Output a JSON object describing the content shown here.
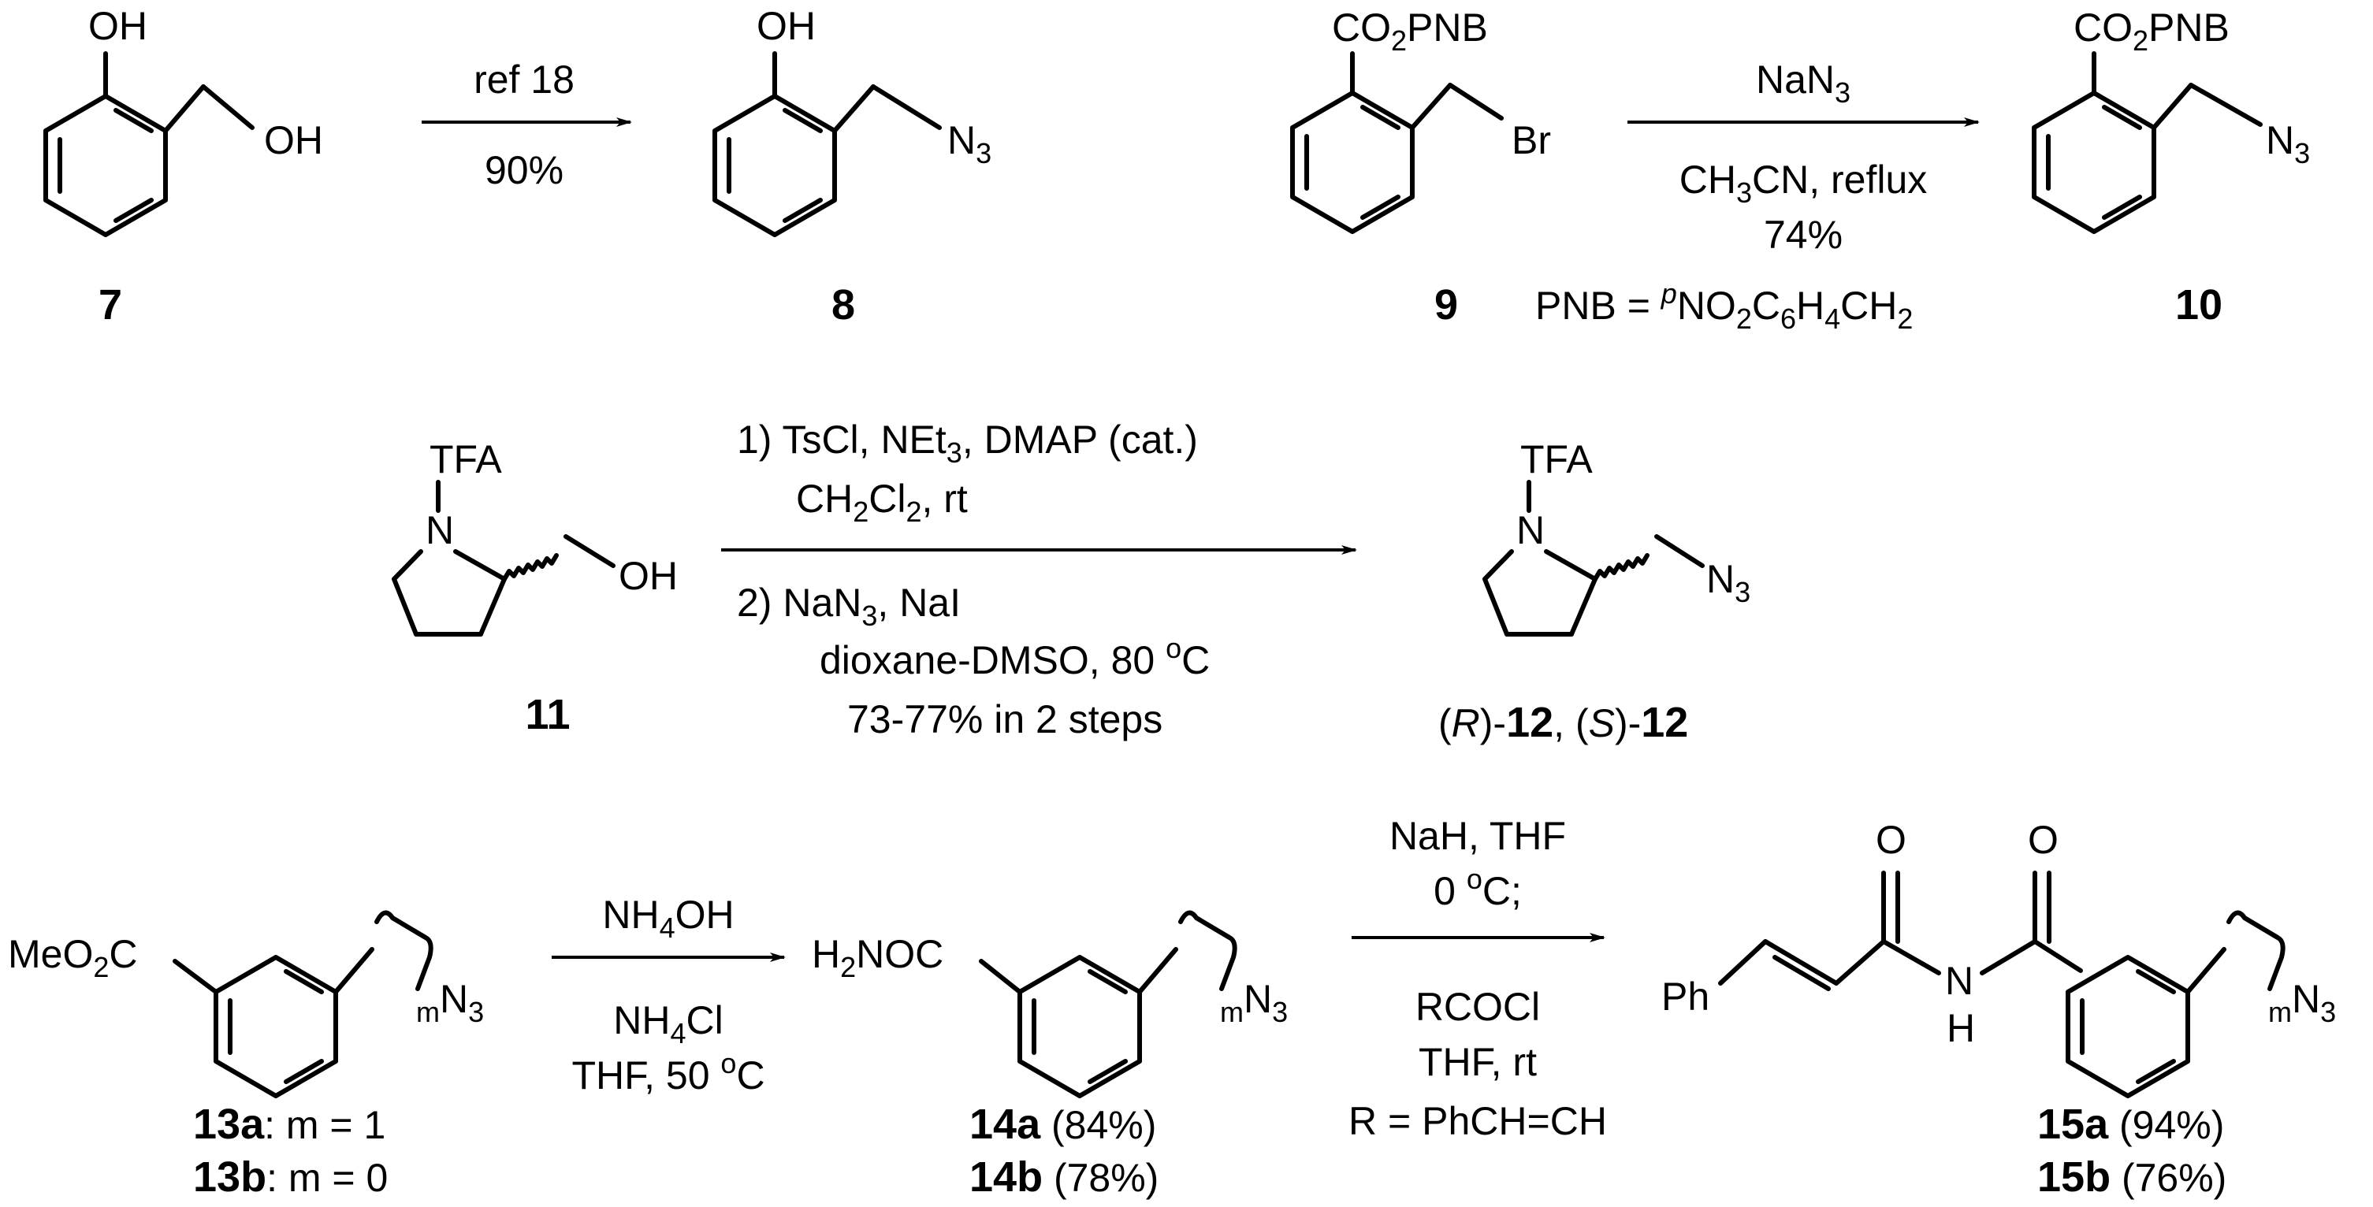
{
  "row1": {
    "c7": {
      "label": "7",
      "oh_top": "OH",
      "oh_side": "OH"
    },
    "arrow1": {
      "top": "ref 18",
      "bottom": "90%"
    },
    "c8": {
      "label": "8",
      "oh": "OH",
      "n_sub": "3"
    },
    "c9": {
      "label": "9",
      "sub_2": "2",
      "ester_tail": "PNB",
      "br": "Br"
    },
    "arrow2": {
      "reagent_sub": "3",
      "conditions_tail": "CN, reflux",
      "conditions_sub": "3",
      "yield": "74%"
    },
    "pnb_def": {
      "lead": "PNB = ",
      "sup_p": "p",
      "sub2": "2",
      "sub6": "6",
      "sub4": "4",
      "sub2b": "2"
    },
    "c10": {
      "label": "10",
      "sub_2": "2",
      "ester_tail": "PNB",
      "n_sub": "3"
    }
  },
  "row2": {
    "c11": {
      "label": "11",
      "tfa": "TFA",
      "n": "N",
      "oh": "OH"
    },
    "arrow3": {
      "step1_reagents": "1) TsCl, NEt",
      "step1_sub": "3",
      "step1_tail": ", DMAP (cat.)",
      "step1_solvent_sub": "2",
      "step1_solvent_sub2": "2",
      "step1_solvent_tail": ", rt",
      "step2_reagents": "2) NaN",
      "step2_sub": "3",
      "step2_tail": ", NaI",
      "step2_conditions": "dioxane-DMSO, 80 ",
      "step2_deg": "o",
      "step2_unit": "C",
      "step2_yield": "73-77% in 2 steps"
    },
    "c12": {
      "tfa": "TFA",
      "n": "N",
      "n_sub": "3",
      "label_r": "R",
      "label_s": "S",
      "label_num": "12"
    }
  },
  "row3": {
    "c13": {
      "ester": "MeO",
      "ester_sub": "2",
      "ester_tail": "C",
      "m": "m",
      "n_sub": "3",
      "label_a": "13a",
      "label_a_text": ": m = 1",
      "label_b": "13b",
      "label_b_text": ": m = 0"
    },
    "arrow4": {
      "reagent": "NH",
      "reagent_sub": "4",
      "reagent_tail": "OH",
      "r2": "NH",
      "r2_sub": "4",
      "r2_tail": "Cl",
      "cond": "THF, 50 ",
      "deg": "o",
      "unit": "C"
    },
    "c14": {
      "amide": "H",
      "amide_sub": "2",
      "amide_tail": "NOC",
      "m": "m",
      "n_sub": "3",
      "label_a": "14a",
      "yield_a": " (84%)",
      "label_b": "14b",
      "yield_b": " (78%)"
    },
    "arrow5": {
      "top1": "NaH, THF",
      "top2": "0 ",
      "top2_deg": "o",
      "top2_unit": "C;",
      "bottom1": "RCOCl",
      "bottom2": "THF, rt",
      "r_def": "R = PhCH=CH"
    },
    "c15": {
      "ph": "Ph",
      "o1": "O",
      "o2": "O",
      "n": "N",
      "h": "H",
      "m": "m",
      "n_sub": "3",
      "label_a": "15a",
      "yield_a": " (94%)",
      "label_b": "15b",
      "yield_b": " (76%)"
    }
  }
}
